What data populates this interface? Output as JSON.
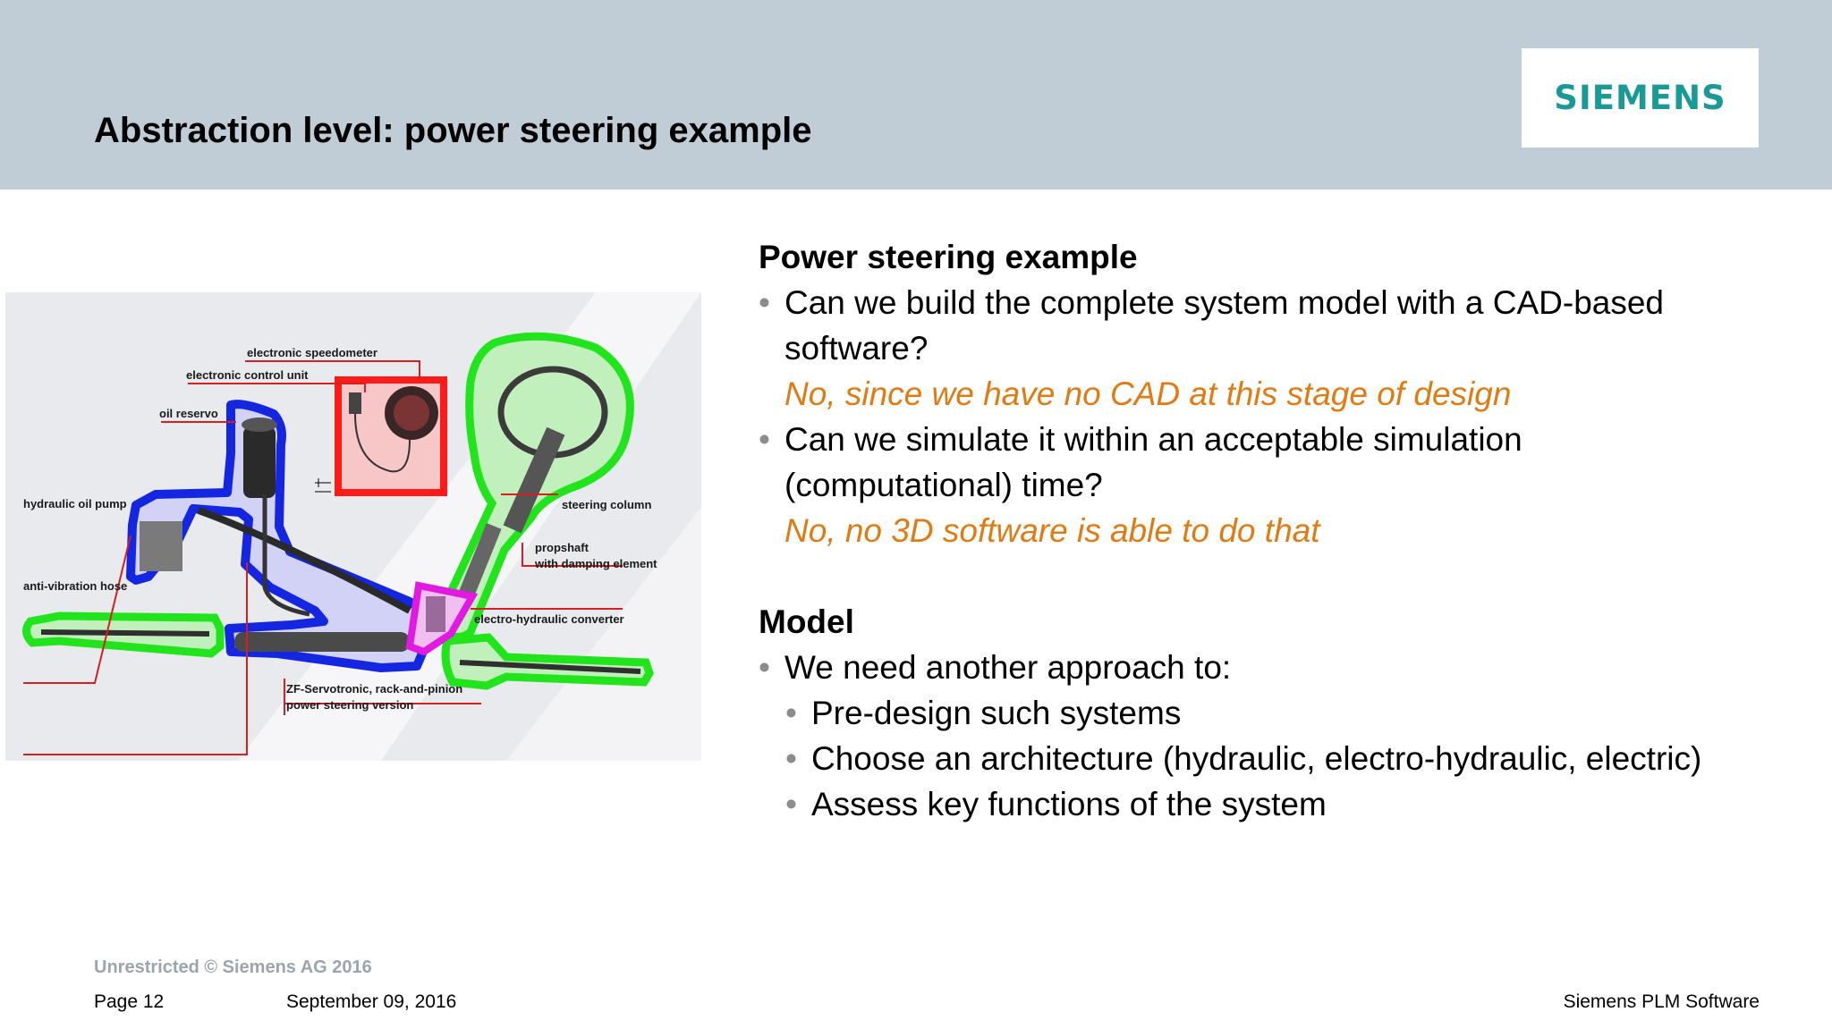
{
  "header": {
    "title": "Abstraction level: power steering example",
    "logo": "SIEMENS",
    "background": "#c1cdd6",
    "logo_color": "#1a9a96"
  },
  "diagram": {
    "labels": {
      "electronic_speedometer": "electronic speedometer",
      "electronic_control_unit": "electronic control unit",
      "oil_reservoir": "oil reservo",
      "hydraulic_oil_pump": "hydraulic oil pump",
      "anti_vibration_hose": "anti-vibration hose",
      "steering_column": "steering column",
      "propshaft_1": "propshaft",
      "propshaft_2": "with damping element",
      "converter": "electro-hydraulic converter",
      "zf_1": "ZF-Servotronic, rack-and-pinion",
      "zf_2": "power steering version"
    },
    "highlight_colors": {
      "blue": "#1426e0",
      "green": "#22e41c",
      "red": "#ff1a1a",
      "magenta": "#e01ae0"
    }
  },
  "content": {
    "section1_heading": "Power steering example",
    "q1_line1": "Can we build the complete system model with a CAD-based",
    "q1_line2": "software?",
    "a1": "No, since we have no CAD at this stage of design",
    "q2_line1": "Can we simulate it within an acceptable simulation",
    "q2_line2": "(computational) time?",
    "a2": "No, no 3D software is able to do that",
    "section2_heading": "Model",
    "model_intro": "We need another approach to:",
    "sub_items": [
      "Pre-design such systems",
      "Choose an architecture  (hydraulic, electro-hydraulic, electric)",
      "Assess key functions of the system"
    ],
    "answer_color": "#e07b13"
  },
  "footer": {
    "classification": "Unrestricted © Siemens AG 2016",
    "page": "Page 12",
    "date": "September 09, 2016",
    "company": "Siemens PLM Software"
  }
}
